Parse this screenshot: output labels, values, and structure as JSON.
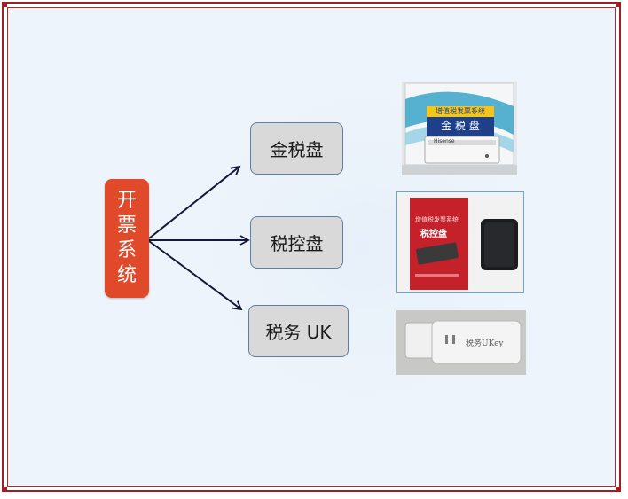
{
  "root": {
    "chars": [
      "开",
      "票",
      "系",
      "统"
    ]
  },
  "nodes": [
    {
      "label": "金税盘"
    },
    {
      "label": "税控盘"
    },
    {
      "label": "税务 UK"
    }
  ],
  "photos": {
    "jinshuipan": {
      "box_title": "增值税发票系统",
      "box_name": "金 税 盘",
      "brand": "Hisense"
    },
    "shuikongpan": {
      "manual_title_small": "增值税发票系统",
      "manual_title": "税控盘"
    },
    "ukey": {
      "device_text": "税务UKey"
    }
  },
  "colors": {
    "frame": "#a11d21",
    "background": "#eef4fb",
    "root_fill": "#e04a2a",
    "node_fill": "#d9d9d9",
    "node_border": "#5d7fa3",
    "arrow": "#14183a"
  }
}
